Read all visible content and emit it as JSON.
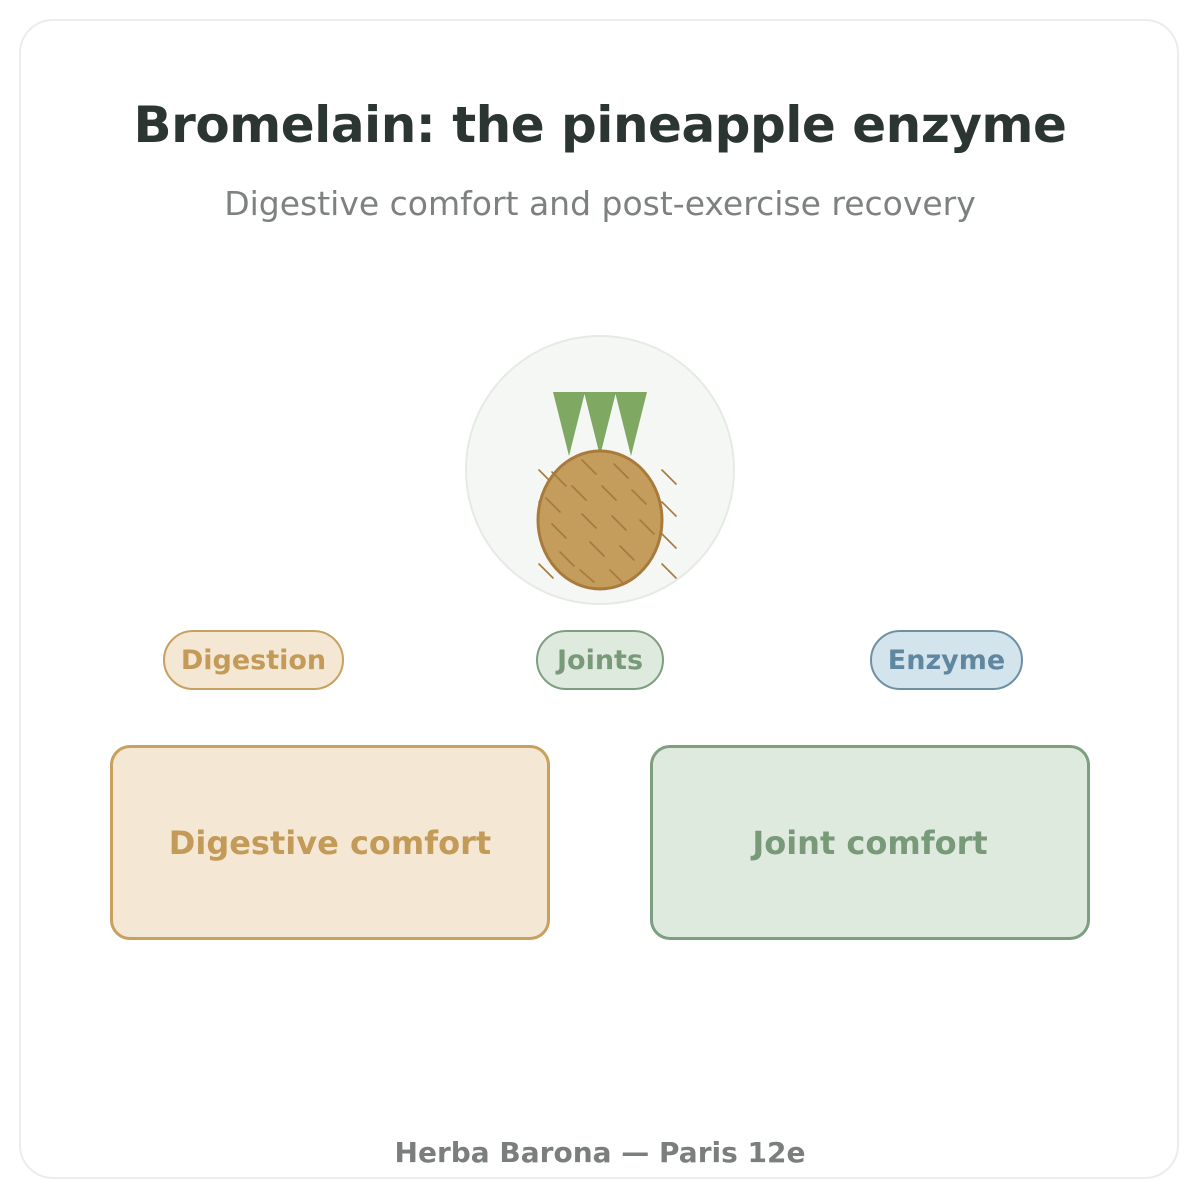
{
  "header": {
    "title": "Bromelain: the pineapple enzyme",
    "subtitle": "Digestive comfort and post-exercise recovery"
  },
  "emblem": {
    "icon": "pineapple-icon"
  },
  "tags": [
    {
      "label": "Digestion"
    },
    {
      "label": "Joints"
    },
    {
      "label": "Enzyme"
    }
  ],
  "benefits": [
    {
      "label": "Digestive comfort"
    },
    {
      "label": "Joint comfort"
    }
  ],
  "footer": {
    "text": "Herba Barona — Paris 12e"
  },
  "colors": {
    "title": "#2b3632",
    "digestion_fill": "#f4e7d3",
    "digestion_accent": "#c8a060",
    "joints_fill": "#dfeadf",
    "joints_accent": "#7e9f7f",
    "enzyme_fill": "#d4e4ec",
    "enzyme_accent": "#6e90a6",
    "pineapple_body": "#c49d5d",
    "pineapple_leaves": "#7fa862"
  }
}
